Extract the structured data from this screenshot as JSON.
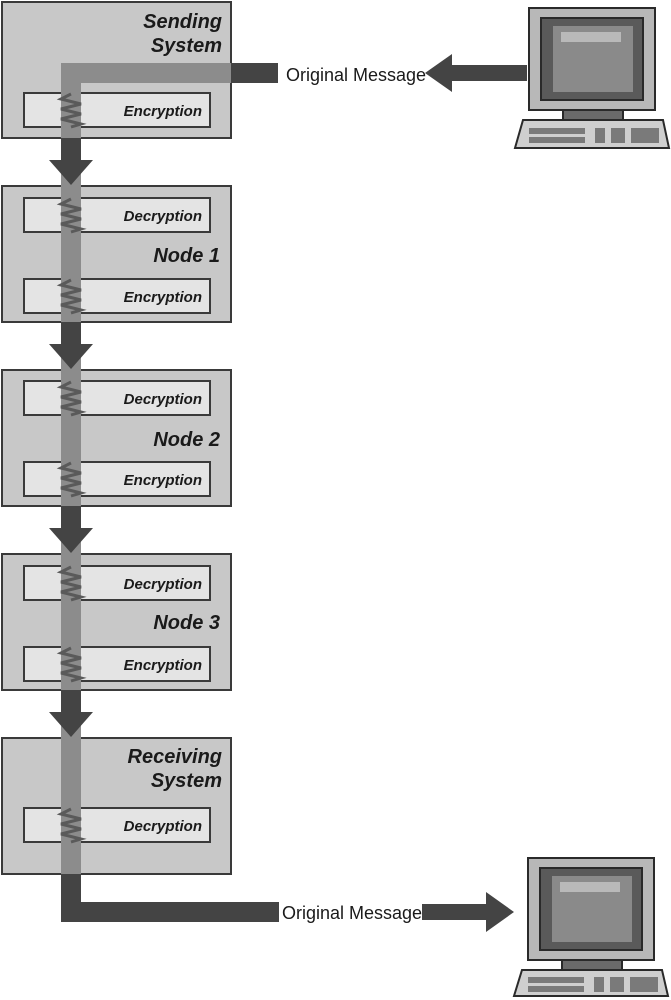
{
  "sending": {
    "title_line1": "Sending",
    "title_line2": "System",
    "encryption": "Encryption"
  },
  "nodes": [
    {
      "title": "Node 1",
      "decryption": "Decryption",
      "encryption": "Encryption"
    },
    {
      "title": "Node 2",
      "decryption": "Decryption",
      "encryption": "Encryption"
    },
    {
      "title": "Node 3",
      "decryption": "Decryption",
      "encryption": "Encryption"
    }
  ],
  "receiving": {
    "title_line1": "Receiving",
    "title_line2": "System",
    "decryption": "Decryption"
  },
  "messages": {
    "top": "Original Message",
    "bottom": "Original Message"
  },
  "icons": {
    "top_computer": "computer-icon",
    "bottom_computer": "computer-icon"
  },
  "colors": {
    "box_fill": "#c8c8c8",
    "inner_fill": "#e4e4e4",
    "path_gray": "#8c8c8c",
    "arrow_dark": "#444444"
  }
}
